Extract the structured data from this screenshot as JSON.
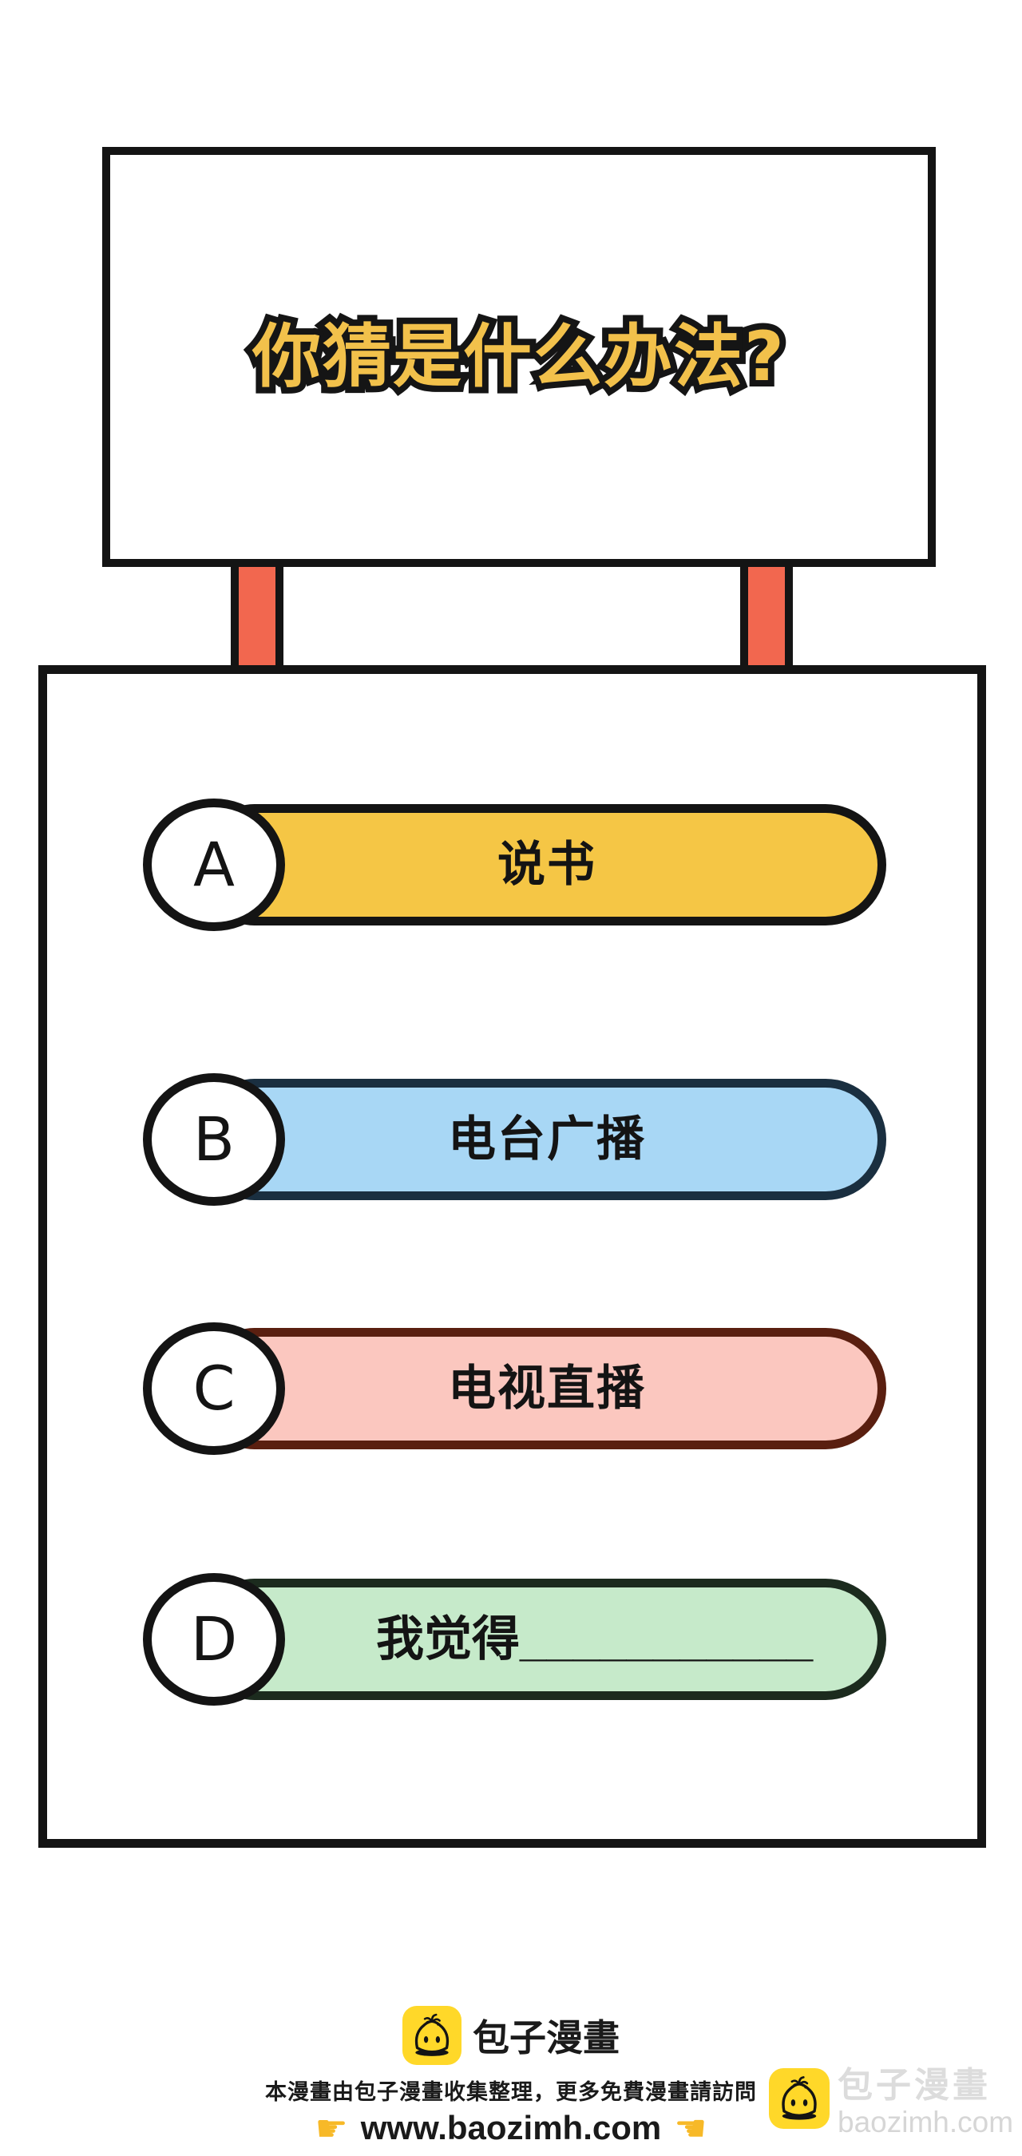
{
  "sign": {
    "title": "你猜是什么办法?",
    "title_fill_color": "#F2C14B",
    "title_outline_color": "#151515",
    "post_color": "#F2674F"
  },
  "options": [
    {
      "letter": "A",
      "label": "说书",
      "fill": "#F5C645",
      "border": "#141414"
    },
    {
      "letter": "B",
      "label": "电台广播",
      "fill": "#A8D7F5",
      "border": "#1A2F40"
    },
    {
      "letter": "C",
      "label": "电视直播",
      "fill": "#FBC7BF",
      "border": "#5A1F10"
    },
    {
      "letter": "D",
      "label": "我觉得___________",
      "fill": "#C6EACA",
      "border": "#1C2B1E"
    }
  ],
  "footer": {
    "brand": "包子漫畫",
    "notice": "本漫畫由包子漫畫收集整理，更多免費漫畫請訪問",
    "url": "www.baozimh.com",
    "hand_left": "☛",
    "hand_right": "☚",
    "hand_color": "#F7B928",
    "logo_color": "#FFD829"
  },
  "watermark": {
    "brand": "包子漫畫",
    "domain": "baozimh.com",
    "text_color": "#D9D9D9",
    "logo_color": "#FFD829"
  }
}
